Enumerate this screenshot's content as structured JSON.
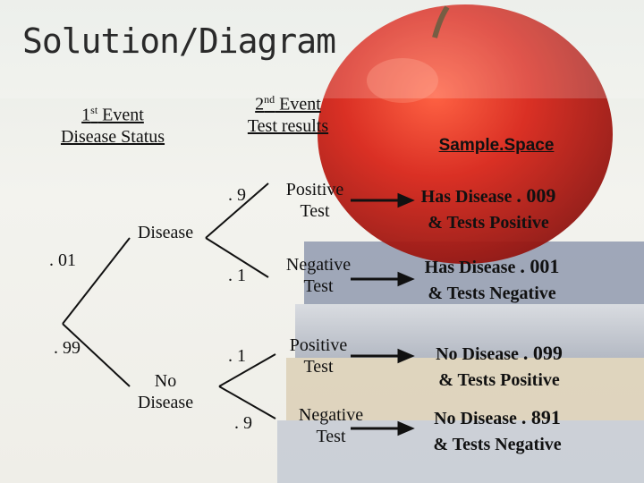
{
  "slide": {
    "title": "Solution/Diagram",
    "col1_header_sup": "st",
    "col1_header_line1_pre": "1",
    "col1_header_line1_post": " Event",
    "col1_header_line2": "Disease Status",
    "col2_header_sup": "nd",
    "col2_header_line1_pre": "2",
    "col2_header_line1_post": " Event",
    "col2_header_line2": "Test results",
    "sample_space_header": "Sample.Space"
  },
  "tree": {
    "first": [
      {
        "label": "Disease",
        "prob": ". 01"
      },
      {
        "label_line1": "No",
        "label_line2": "Disease",
        "prob": ". 99"
      }
    ],
    "second": [
      {
        "prob": ". 9",
        "label_line1": "Positive",
        "label_line2": "Test"
      },
      {
        "prob": ". 1",
        "label_line1": "Negative",
        "label_line2": "Test"
      },
      {
        "prob": ". 1",
        "label_line1": "Positive",
        "label_line2": "Test"
      },
      {
        "prob": ". 9",
        "label_line1": "Negative",
        "label_line2": "Test"
      }
    ],
    "outcomes": [
      {
        "line1": "Has Disease",
        "value": ". 009",
        "line2": "& Tests Positive"
      },
      {
        "line1": "Has Disease",
        "value": ". 001",
        "line2": "& Tests Negative"
      },
      {
        "line1": "No Disease",
        "value": ". 099",
        "line2": "& Tests Positive"
      },
      {
        "line1": "No Disease",
        "value": ". 891",
        "line2": "& Tests Negative"
      }
    ]
  }
}
